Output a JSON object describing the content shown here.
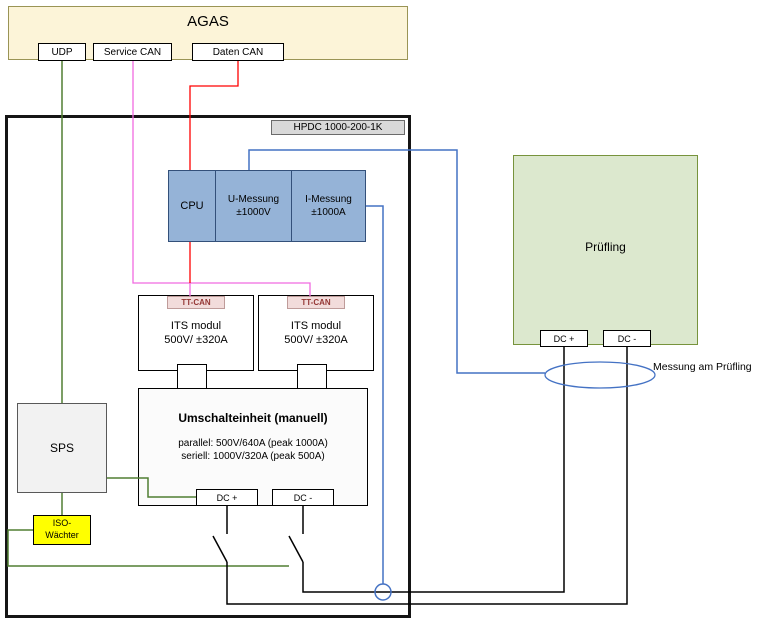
{
  "agas": {
    "title": "AGAS",
    "ports": [
      {
        "label": "UDP"
      },
      {
        "label": "Service CAN"
      },
      {
        "label": "Daten CAN"
      }
    ]
  },
  "hpdc": {
    "label": "HPDC 1000-200-1K"
  },
  "cpu_block": {
    "cpu": "CPU",
    "u_title": "U-Messung",
    "u_sub": "±1000V",
    "i_title": "I-Messung",
    "i_sub": "±1000A"
  },
  "its_modules": [
    {
      "badge": "TT-CAN",
      "name": "ITS modul",
      "rating": "500V/ ±320A"
    },
    {
      "badge": "TT-CAN",
      "name": "ITS modul",
      "rating": "500V/ ±320A"
    }
  ],
  "umschalteinheit": {
    "title": "Umschalteinheit (manuell)",
    "parallel": "parallel: 500V/640A (peak 1000A)",
    "seriell": "seriell: 1000V/320A (peak 500A)",
    "dc_plus": "DC +",
    "dc_minus": "DC -"
  },
  "sps": {
    "label": "SPS"
  },
  "iso_waechter": {
    "line1": "ISO-",
    "line2": "Wächter"
  },
  "pruefling": {
    "title": "Prüfling",
    "dc_plus": "DC +",
    "dc_minus": "DC -"
  },
  "annotations": {
    "messung": "Messung am Prüfling"
  },
  "colors": {
    "wire_green": "#507E32",
    "wire_pink": "#F06AE0",
    "wire_red": "#FF0000",
    "wire_blue": "#4472C4",
    "wire_black": "#000000",
    "agas_bg": "#FCF4D8",
    "cpu_bg": "#95B3D7",
    "ttcan_bg": "#F2DCDB",
    "pruefling_bg": "#DCE8CE",
    "sps_bg": "#F2F2F2",
    "iso_bg": "#FFFF00"
  }
}
